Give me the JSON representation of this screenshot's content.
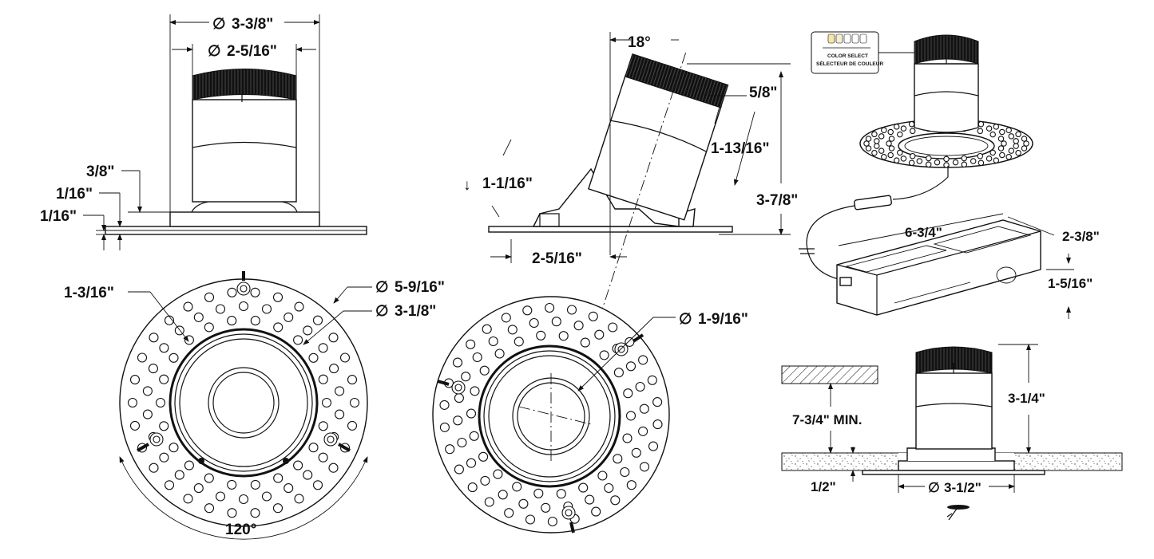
{
  "views": {
    "front": {
      "outer_dia": "3-3/8\"",
      "inner_dia": "2-5/16\"",
      "d_3_8": "3/8\"",
      "d_1_16_a": "1/16\"",
      "d_1_16_b": "1/16\""
    },
    "tilt": {
      "angle": "18°",
      "d_5_8": "5/8\"",
      "d_1_13_16": "1-13/16\"",
      "d_3_7_8": "3-7/8\"",
      "d_1_1_16": "1-1/16\"",
      "d_2_5_16": "2-5/16\""
    },
    "iso": {
      "switch_label_1": "COLOR SELECT",
      "switch_label_2": "SÉLECTEUR DE COULEUR",
      "d_6_3_4": "6-3/4\"",
      "d_2_3_8": "2-3/8\"",
      "d_1_5_16": "1-5/16\""
    },
    "plan_left": {
      "d_1_3_16": "1-3/16\"",
      "d_5_9_16": "5-9/16\"",
      "d_3_1_8": "3-1/8\"",
      "angle": "120°"
    },
    "plan_right": {
      "d_1_9_16": "1-9/16\""
    },
    "install": {
      "d_3_1_4": "3-1/4\"",
      "d_7_3_4": "7-3/4\" MIN.",
      "d_1_2": "1/2\"",
      "d_3_1_2": "3-1/2\""
    }
  },
  "colors": {
    "line": "#111111",
    "background": "#ffffff",
    "led_swatches": [
      "#f7e7a4",
      "#f3efd6",
      "#ffffff",
      "#ffffff",
      "#ffffff"
    ]
  },
  "symbols": {
    "dia": "∅",
    "down_arrow": "↓"
  }
}
